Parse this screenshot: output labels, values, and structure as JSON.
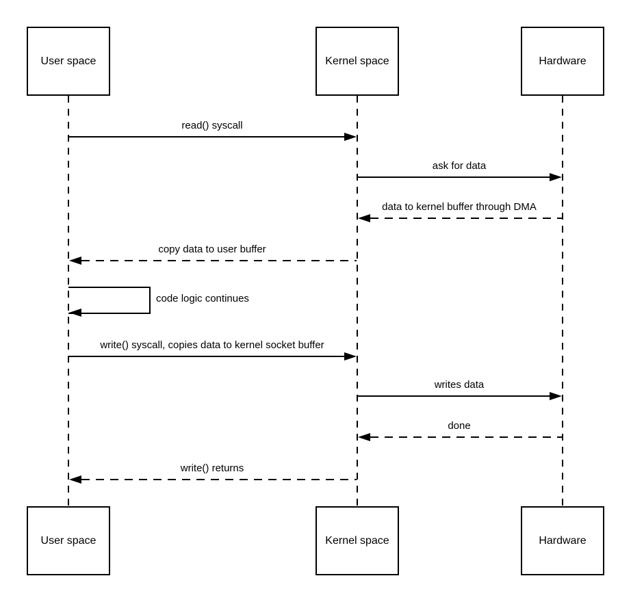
{
  "diagram": {
    "type": "uml-sequence",
    "background_color": "#ffffff",
    "line_color": "#000000"
  },
  "actors": {
    "top": [
      {
        "label": "User space"
      },
      {
        "label": "Kernel space"
      },
      {
        "label": "Hardware"
      }
    ],
    "bottom": [
      {
        "label": "User space"
      },
      {
        "label": "Kernel space"
      },
      {
        "label": "Hardware"
      }
    ]
  },
  "messages": [
    {
      "label": "read() syscall",
      "from": "User space",
      "to": "Kernel space",
      "style": "solid"
    },
    {
      "label": "ask for data",
      "from": "Kernel space",
      "to": "Hardware",
      "style": "solid"
    },
    {
      "label": "data to kernel buffer through DMA",
      "from": "Hardware",
      "to": "Kernel space",
      "style": "dashed"
    },
    {
      "label": "copy data to user buffer",
      "from": "Kernel space",
      "to": "User space",
      "style": "dashed"
    },
    {
      "label": "code logic continues",
      "from": "User space",
      "to": "User space",
      "style": "solid",
      "self_message": true
    },
    {
      "label": "write() syscall, copies data to kernel socket buffer",
      "from": "User space",
      "to": "Kernel space",
      "style": "solid"
    },
    {
      "label": "writes data",
      "from": "Kernel space",
      "to": "Hardware",
      "style": "solid"
    },
    {
      "label": "done",
      "from": "Hardware",
      "to": "Kernel space",
      "style": "dashed"
    },
    {
      "label": "write() returns",
      "from": "Kernel space",
      "to": "User space",
      "style": "dashed"
    }
  ]
}
